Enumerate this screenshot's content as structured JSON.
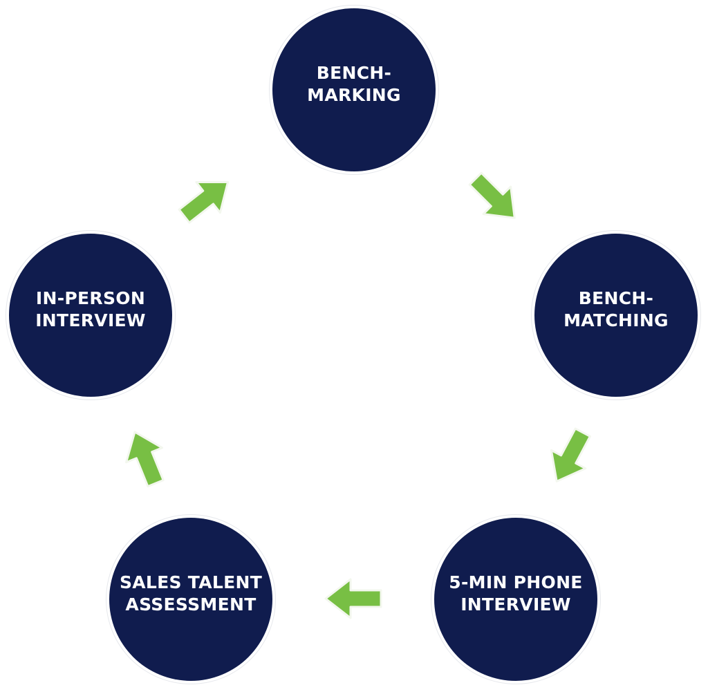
{
  "diagram": {
    "type": "cycle",
    "colors": {
      "node_fill": "#101c4e",
      "node_text": "#ffffff",
      "arrow_fill": "#78bf44"
    },
    "nodes": [
      {
        "id": "benchmarking",
        "lines": [
          "BENCH-",
          "MARKING"
        ]
      },
      {
        "id": "benchmatching",
        "lines": [
          "BENCH-",
          "MATCHING"
        ]
      },
      {
        "id": "phone",
        "lines": [
          "5-MIN PHONE",
          "INTERVIEW"
        ]
      },
      {
        "id": "sales",
        "lines": [
          "SALES TALENT",
          "ASSESSMENT"
        ]
      },
      {
        "id": "inperson",
        "lines": [
          "IN-PERSON",
          "INTERVIEW"
        ]
      }
    ],
    "arrows": [
      {
        "from": "benchmarking",
        "to": "benchmatching",
        "icon": "arrow-down-right-icon"
      },
      {
        "from": "benchmatching",
        "to": "phone",
        "icon": "arrow-down-left-icon"
      },
      {
        "from": "phone",
        "to": "sales",
        "icon": "arrow-left-icon"
      },
      {
        "from": "sales",
        "to": "inperson",
        "icon": "arrow-up-icon"
      },
      {
        "from": "inperson",
        "to": "benchmarking",
        "icon": "arrow-up-right-icon"
      }
    ]
  }
}
